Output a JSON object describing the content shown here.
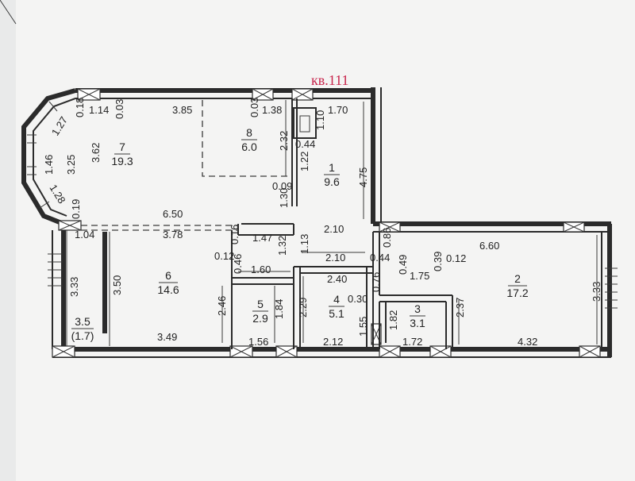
{
  "apartment_label": "кв.111",
  "rooms": [
    {
      "id": "r1",
      "number": "1",
      "area": "9.6"
    },
    {
      "id": "r2",
      "number": "2",
      "area": "17.2"
    },
    {
      "id": "r3",
      "number": "3",
      "area": "3.1"
    },
    {
      "id": "r4",
      "number": "4",
      "area": "5.1"
    },
    {
      "id": "r5",
      "number": "5",
      "area": "2.9"
    },
    {
      "id": "r6",
      "number": "6",
      "area": "14.6"
    },
    {
      "id": "r7",
      "number": "7",
      "area": "19.3"
    },
    {
      "id": "r8",
      "number": "8",
      "area": "6.0"
    },
    {
      "id": "r35",
      "number": "3.5",
      "area": "(1.7)"
    }
  ],
  "dimensions": [
    "1.14",
    "0.18",
    "0.03",
    "3.85",
    "0.03",
    "1.38",
    "1.10",
    "1.70",
    "1.27",
    "1.46",
    "3.25",
    "3.62",
    "2.32",
    "0.44",
    "1.22",
    "4.75",
    "1.28",
    "0.09",
    "0.19",
    "1.30",
    "6.50",
    "3.78",
    "1.04",
    "0.16",
    "1.47",
    "2.10",
    "0.86",
    "6.60",
    "1.13",
    "1.32",
    "0.12",
    "0.46",
    "2.10",
    "0.44",
    "0.49",
    "0.39",
    "0.12",
    "1.60",
    "2.40",
    "0.76",
    "1.75",
    "3.33",
    "3.50",
    "2.46",
    "1.84",
    "2.29",
    "0.30",
    "1.55",
    "1.82",
    "2.37",
    "3.33",
    "3.49",
    "1.56",
    "2.12",
    "1.72",
    "4.32"
  ]
}
